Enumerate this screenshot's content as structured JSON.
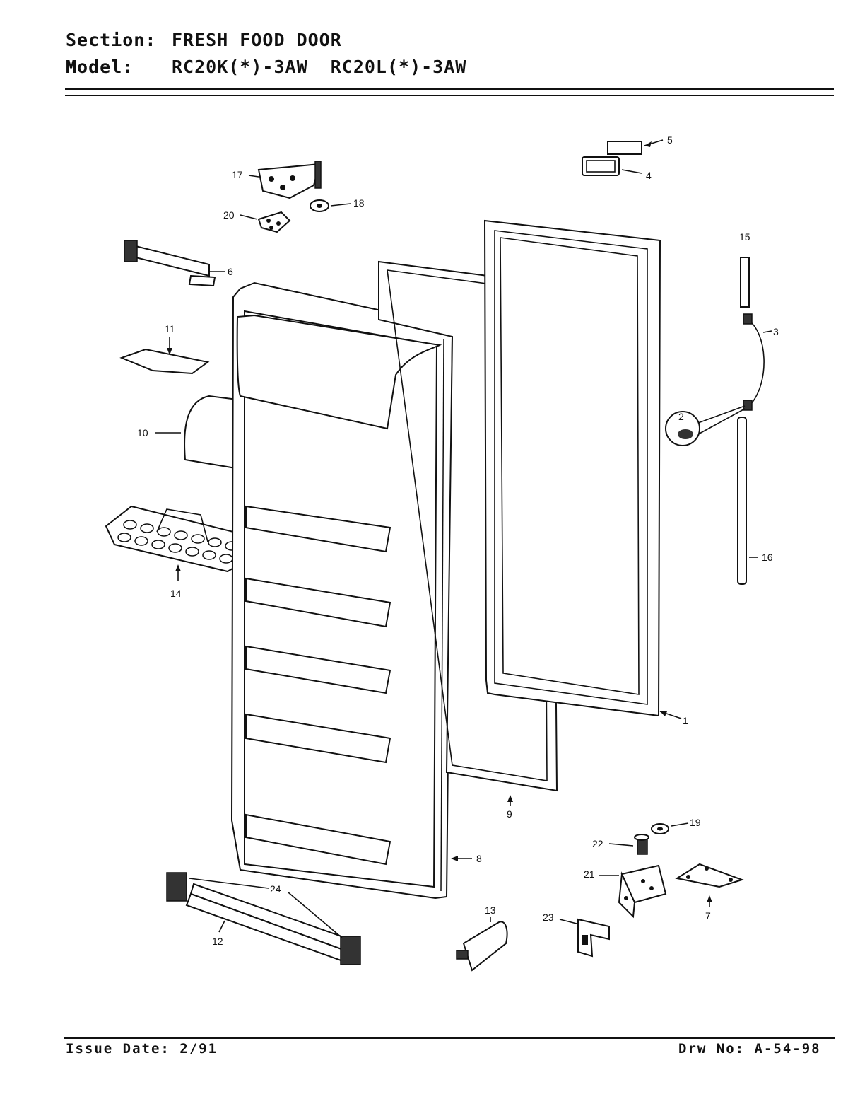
{
  "header": {
    "section_label": "Section:",
    "section_value": "FRESH FOOD DOOR",
    "model_label": "Model:",
    "model_value": "RC20K(*)-3AW  RC20L(*)-3AW"
  },
  "footer": {
    "issue_date": "Issue Date: 2/91",
    "drawing_no": "Drw No: A-54-98"
  },
  "callouts": {
    "p1": "1",
    "p2": "2",
    "p3": "3",
    "p4": "4",
    "p5": "5",
    "p6": "6",
    "p7": "7",
    "p8": "8",
    "p9": "9",
    "p10": "10",
    "p11": "11",
    "p12": "12",
    "p13": "13",
    "p14": "14",
    "p15": "15",
    "p16": "16",
    "p17": "17",
    "p18": "18",
    "p19": "19",
    "p20": "20",
    "p21": "21",
    "p22": "22",
    "p23": "23",
    "p24": "24"
  }
}
